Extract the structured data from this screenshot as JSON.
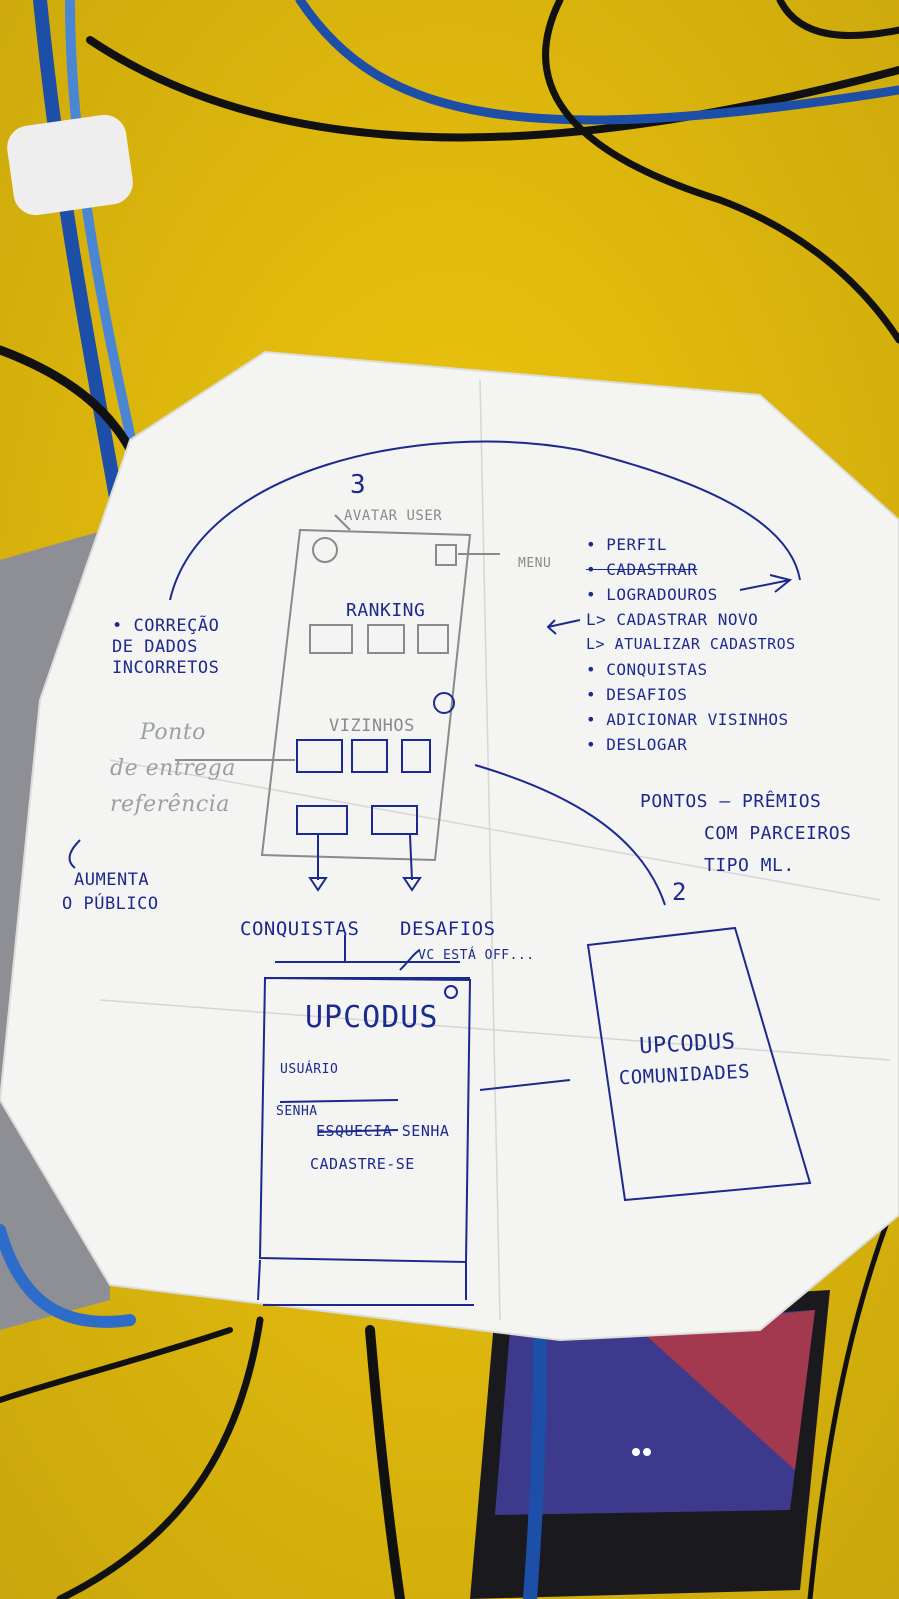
{
  "colors": {
    "table": "#f2c80e",
    "paper": "#f4f4f2",
    "ink": "#1c2a8f",
    "pencil": "#8a8a8a",
    "cable_blue": "#1d4fa8",
    "cable_black": "#111111"
  },
  "sketch": {
    "top": {
      "avatar_label": "AVATAR USER",
      "menu_label": "MENU",
      "ranking": "RANKING",
      "vizinhos": "VIZINHOS",
      "conquistas": "CONQUISTAS",
      "desafios": "DESAFIOS",
      "step_1": "3",
      "step_2": "2"
    },
    "left_notes": {
      "correcao": [
        "• CORREÇÃO",
        "DE DADOS",
        "INCORRETOS"
      ],
      "pencil_notes": [
        "Ponto",
        "de entrega",
        "referência"
      ],
      "aumenta": [
        "AUMENTA",
        "O PÚBLICO"
      ]
    },
    "menu_items": [
      "• PERFIL",
      "• CADASTRAR",
      "• LOGRADOUROS",
      "L> CADASTRAR NOVO",
      "L> ATUALIZAR CADASTROS",
      "• CONQUISTAS",
      "• DESAFIOS",
      "• ADICIONAR VISINHOS",
      "• DESLOGAR"
    ],
    "rewards": [
      "PONTOS — PRÊMIOS",
      "COM PARCEIROS",
      "TIPO ML."
    ],
    "login": {
      "offline_note": "VC ESTÁ OFF...",
      "title": "UPCODUS",
      "user_label": "USUÁRIO",
      "password_label": "SENHA",
      "forgot": "ESQUECIA SENHA",
      "signup": "CADASTRE-SE"
    },
    "community": {
      "number": "2",
      "title": [
        "UPCODUS",
        "COMUNIDADES"
      ]
    }
  }
}
